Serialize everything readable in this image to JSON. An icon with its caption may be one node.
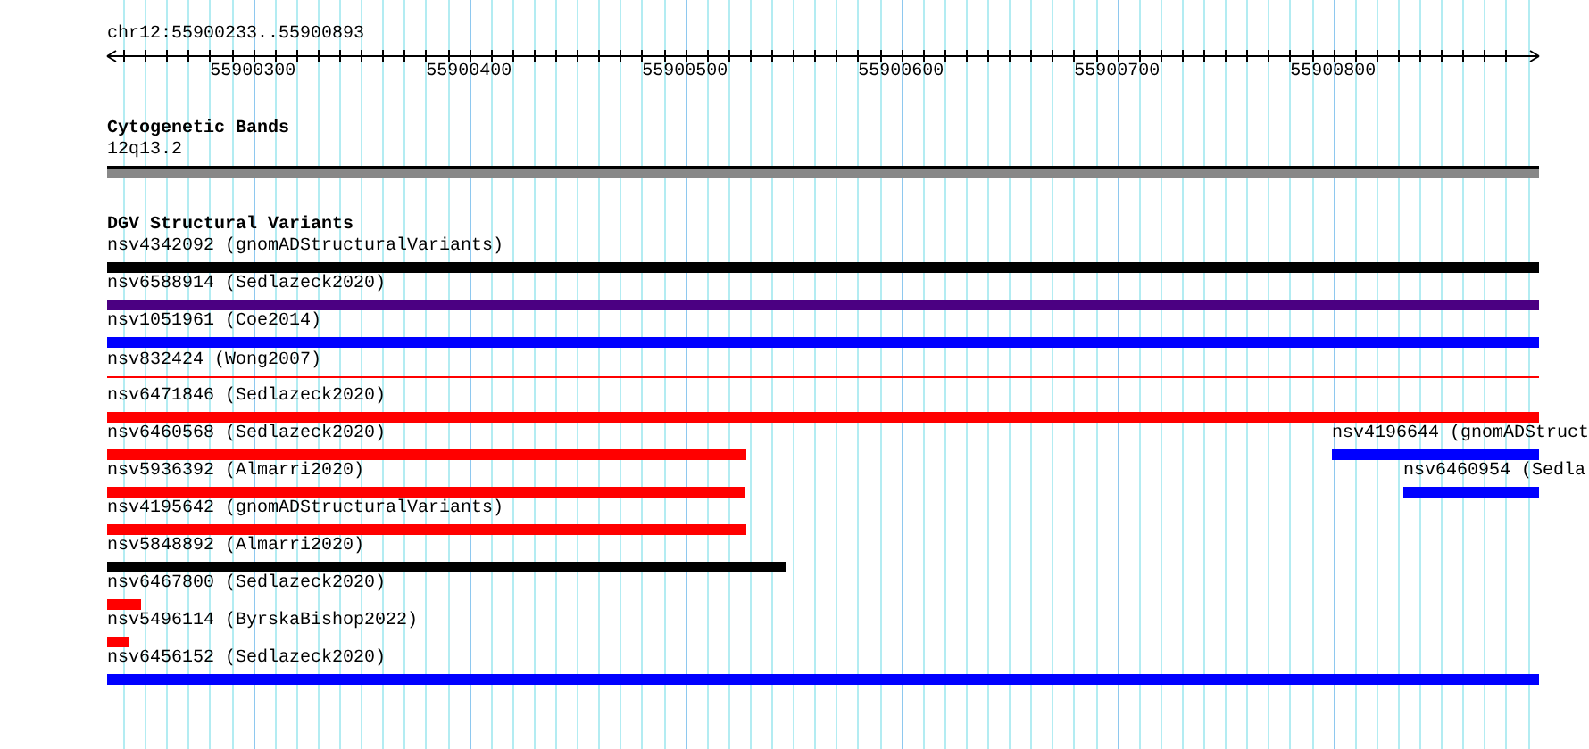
{
  "diagram": {
    "nodes": [
      {
        "text": [
          "12q13.2"
        ]
      },
      {
        "text": [
          "nsv4342092 (gnomADStructuralVariants)"
        ]
      },
      {
        "text": [
          "nsv6588914 (Sedlazeck2020)"
        ]
      },
      {
        "text": [
          "nsv1051961 (Coe2014)"
        ]
      },
      {
        "text": [
          "nsv832424 (Wong2007)"
        ]
      },
      {
        "text": [
          "nsv6471846 (Sedlazeck2020)"
        ]
      },
      {
        "text": [
          "nsv6460568 (Sedlazeck2020)"
        ]
      },
      {
        "text": [
          "nsv4196644 (gnomADStruct"
        ]
      },
      {
        "text": [
          "nsv5936392 (Almarri2020)"
        ]
      },
      {
        "text": [
          "nsv6460954 (Sedla"
        ]
      },
      {
        "text": [
          "nsv4195642 (gnomADStructuralVariants)"
        ]
      },
      {
        "text": [
          "nsv5848892 (Almarri2020)"
        ]
      },
      {
        "text": [
          "nsv6467800 (Sedlazeck2020)"
        ]
      },
      {
        "text": [
          "nsv5496114 (ByrskaBishop2022)"
        ]
      },
      {
        "text": [
          "nsv6456152 (Sedlazeck2020)"
        ]
      }
    ],
    "labels": [
      "chr12:55900233..55900893",
      "55900300",
      "55900400",
      "55900500",
      "55900600",
      "55900700",
      "55900800",
      "Cytogenetic Bands",
      "DGV Structural Variants"
    ]
  }
}
